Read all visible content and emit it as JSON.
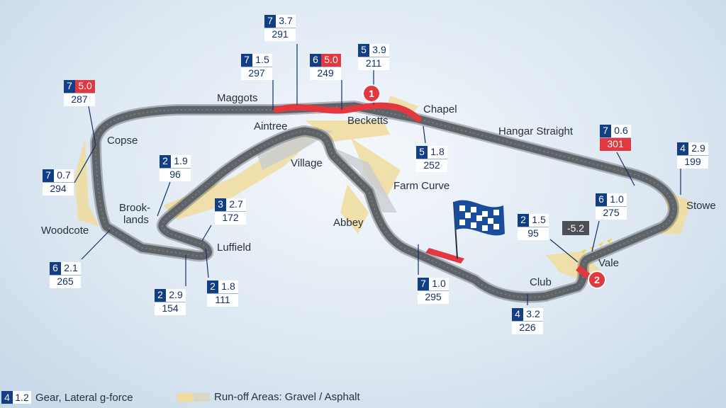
{
  "corners": {
    "maggots": "Maggots",
    "aintree": "Aintree",
    "becketts": "Becketts",
    "chapel": "Chapel",
    "hangar": "Hangar Straight",
    "copse": "Copse",
    "village": "Village",
    "farm": "Farm Curve",
    "brooklands": "Brook-\nlands",
    "abbey": "Abbey",
    "stowe": "Stowe",
    "woodcote": "Woodcote",
    "luffield": "Luffield",
    "vale": "Vale",
    "club": "Club"
  },
  "boxes": {
    "b_maggots_top": {
      "gear": "7",
      "g": "3.7",
      "speed": "291"
    },
    "b_maggots": {
      "gear": "7",
      "g": "1.5",
      "speed": "297"
    },
    "b_becketts1": {
      "gear": "6",
      "g": "5.0",
      "speed": "249",
      "hot": true
    },
    "b_becketts2": {
      "gear": "5",
      "g": "3.9",
      "speed": "211"
    },
    "b_copse_top": {
      "gear": "7",
      "g": "5.0",
      "speed": "287",
      "hot": true
    },
    "b_chapel": {
      "gear": "5",
      "g": "1.8",
      "speed": "252"
    },
    "b_hangar": {
      "gear": "7",
      "g": "0.6",
      "speed": "301",
      "hotspeed": true
    },
    "b_stowe": {
      "gear": "4",
      "g": "2.9",
      "speed": "199"
    },
    "b_brook": {
      "gear": "2",
      "g": "1.9",
      "speed": "96"
    },
    "b_copse": {
      "gear": "7",
      "g": "0.7",
      "speed": "294"
    },
    "b_luff_in": {
      "gear": "3",
      "g": "2.7",
      "speed": "172"
    },
    "b_stowe2": {
      "gear": "6",
      "g": "1.0",
      "speed": "275"
    },
    "b_vale": {
      "gear": "2",
      "g": "1.5",
      "speed": "95"
    },
    "b_woodcote": {
      "gear": "6",
      "g": "2.1",
      "speed": "265"
    },
    "b_luff_out": {
      "gear": "2",
      "g": "1.8",
      "speed": "111"
    },
    "b_luff_mid": {
      "gear": "2",
      "g": "2.9",
      "speed": "154"
    },
    "b_abbey": {
      "gear": "7",
      "g": "1.0",
      "speed": "295"
    },
    "b_club": {
      "gear": "4",
      "g": "3.2",
      "speed": "226"
    }
  },
  "braking": "-5.2",
  "markers": {
    "one": "1",
    "two": "2"
  },
  "legend": {
    "gear": "4",
    "g": "1.2",
    "gear_label": "Gear, Lateral g-force",
    "runoff_label": "Run-off Areas: Gravel / Asphalt"
  },
  "colors": {
    "gear_box": "#123e85",
    "hot": "#e2383f",
    "track": "#5e6368",
    "runoff": "#f0dc9c"
  }
}
